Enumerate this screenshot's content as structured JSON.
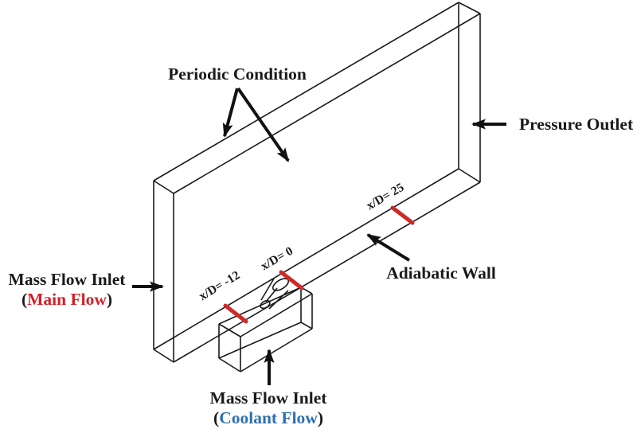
{
  "colors": {
    "line": "#1a1a1a",
    "marker_red": "#cf2a2a",
    "main_flow_red": "#d02028",
    "coolant_flow_blue": "#2e6fad",
    "background": "#ffffff"
  },
  "labels": {
    "periodic_condition": "Periodic Condition",
    "pressure_outlet": "Pressure Outlet",
    "adiabatic_wall": "Adiabatic Wall",
    "main_inlet": {
      "line1": "Mass Flow Inlet",
      "open": "(",
      "emphasis": "Main Flow",
      "close": ")"
    },
    "coolant_inlet": {
      "line1": "Mass Flow Inlet",
      "open": "(",
      "emphasis": "Coolant Flow",
      "close": ")"
    },
    "stations": {
      "xd_minus_12": "x/D= -12",
      "xd_zero": "x/D= 0",
      "xd_25": "x/D= 25"
    }
  }
}
